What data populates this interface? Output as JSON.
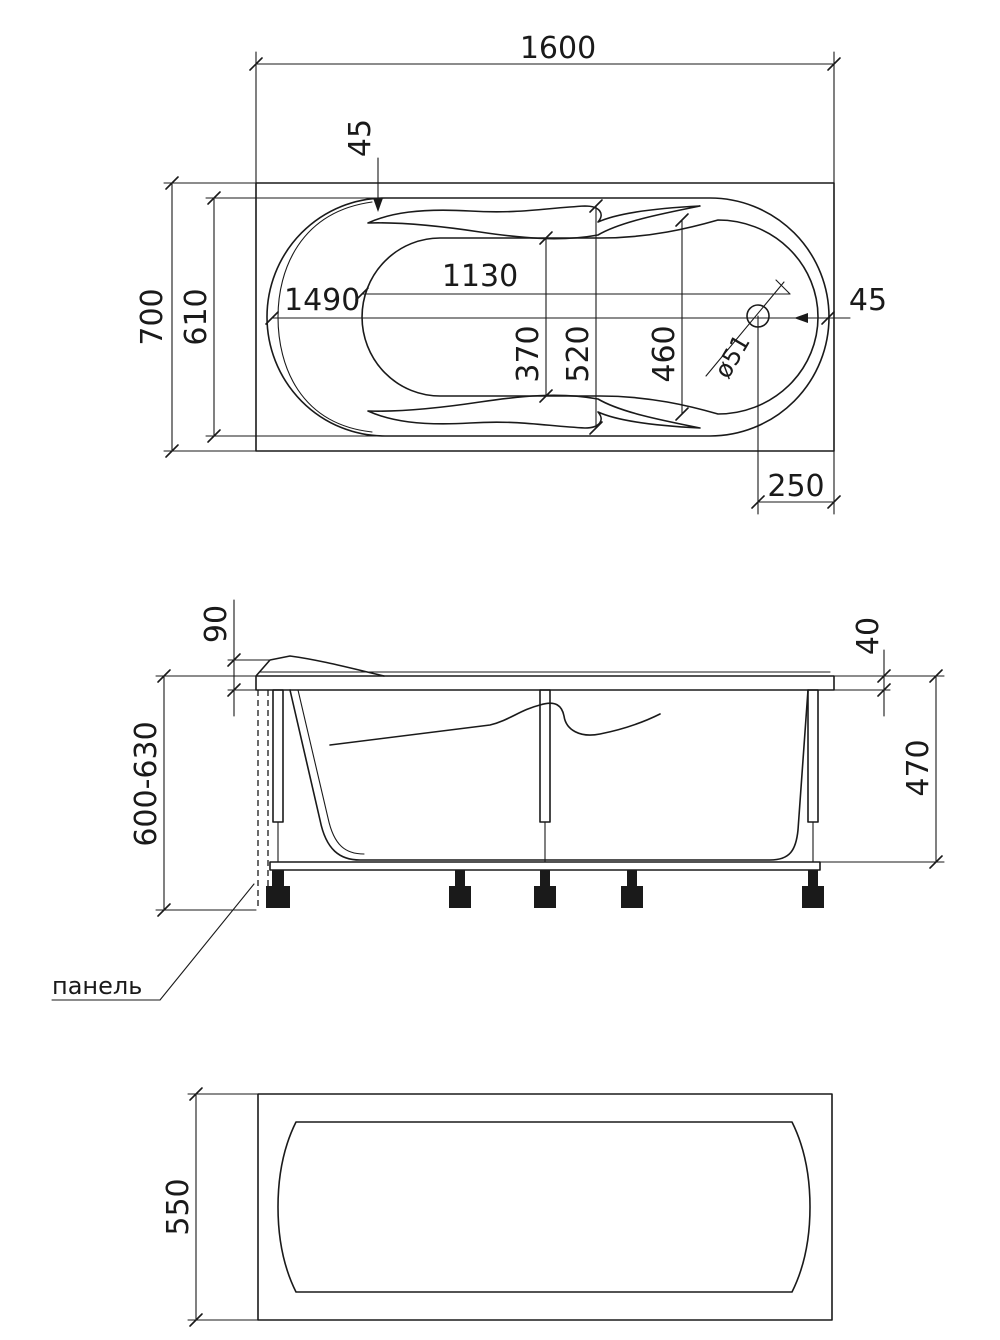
{
  "top_view": {
    "overall_length": "1600",
    "overall_width": "700",
    "rim_width": "610",
    "inner_length": "1490",
    "bottom_length": "1130",
    "bottom_width": "370",
    "width_middle": "520",
    "width_end": "460",
    "drain_diameter": "ø51",
    "headrest_offset": "45",
    "drain_edge_offset": "45",
    "drain_position": "250"
  },
  "side_view": {
    "headrest_height": "90",
    "rim_thickness": "40",
    "total_height": "600-630",
    "depth": "470",
    "panel_label": "панель"
  },
  "panel_view": {
    "panel_height": "550"
  }
}
